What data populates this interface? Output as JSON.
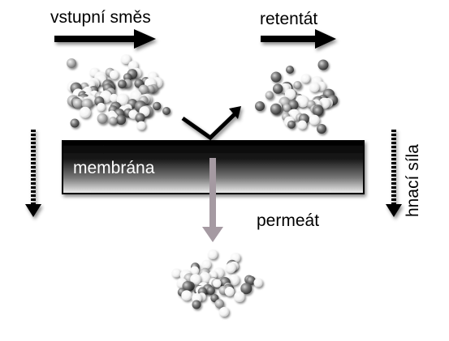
{
  "labels": {
    "feed": "vstupní směs",
    "retentate": "retentát",
    "membrane": "membrána",
    "permeate": "permeát",
    "driving_force": "hnací síla"
  },
  "colors": {
    "arrow": "#000000",
    "permeate_arrow": "#a59aa2",
    "sphere_dark": "#5a5a5a",
    "sphere_mid": "#9a9a9a",
    "sphere_light": "#ffffff"
  }
}
